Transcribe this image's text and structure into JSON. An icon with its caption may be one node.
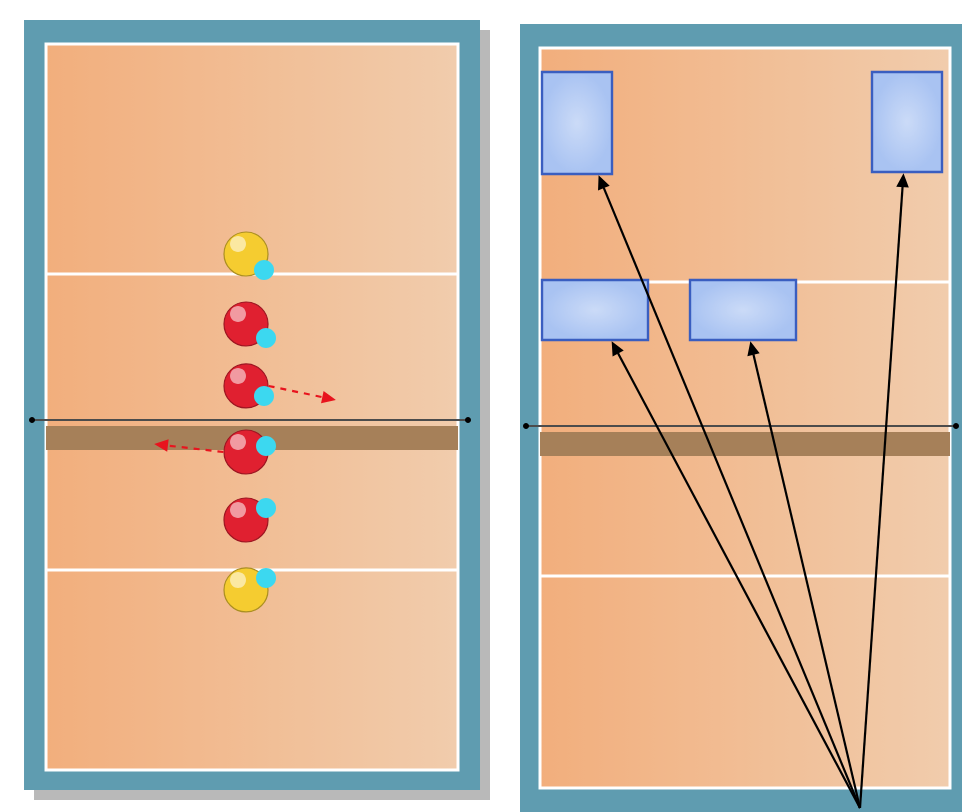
{
  "diagram": {
    "nodes": [
      {
        "text": [],
        "shape": "circle"
      },
      {
        "text": [],
        "shape": "circle"
      },
      {
        "text": [],
        "shape": "circle"
      },
      {
        "text": [],
        "shape": "circle"
      },
      {
        "text": [],
        "shape": "circle"
      },
      {
        "text": [],
        "shape": "circle"
      },
      {
        "text": [],
        "shape": "box"
      },
      {
        "text": [],
        "shape": "box"
      },
      {
        "text": [],
        "shape": "box"
      },
      {
        "text": [],
        "shape": "box"
      }
    ],
    "edges": [
      {
        "from": 2,
        "to": null,
        "arrow": "to",
        "style": "dashed",
        "color": "#e8141e"
      },
      {
        "from": 3,
        "to": null,
        "arrow": "to",
        "style": "dashed",
        "color": "#e8141e"
      },
      {
        "from": null,
        "to": 6,
        "arrow": "to"
      },
      {
        "from": null,
        "to": 7,
        "arrow": "to"
      },
      {
        "from": null,
        "to": 8,
        "arrow": "to"
      },
      {
        "from": null,
        "to": 9,
        "arrow": "to"
      }
    ]
  }
}
